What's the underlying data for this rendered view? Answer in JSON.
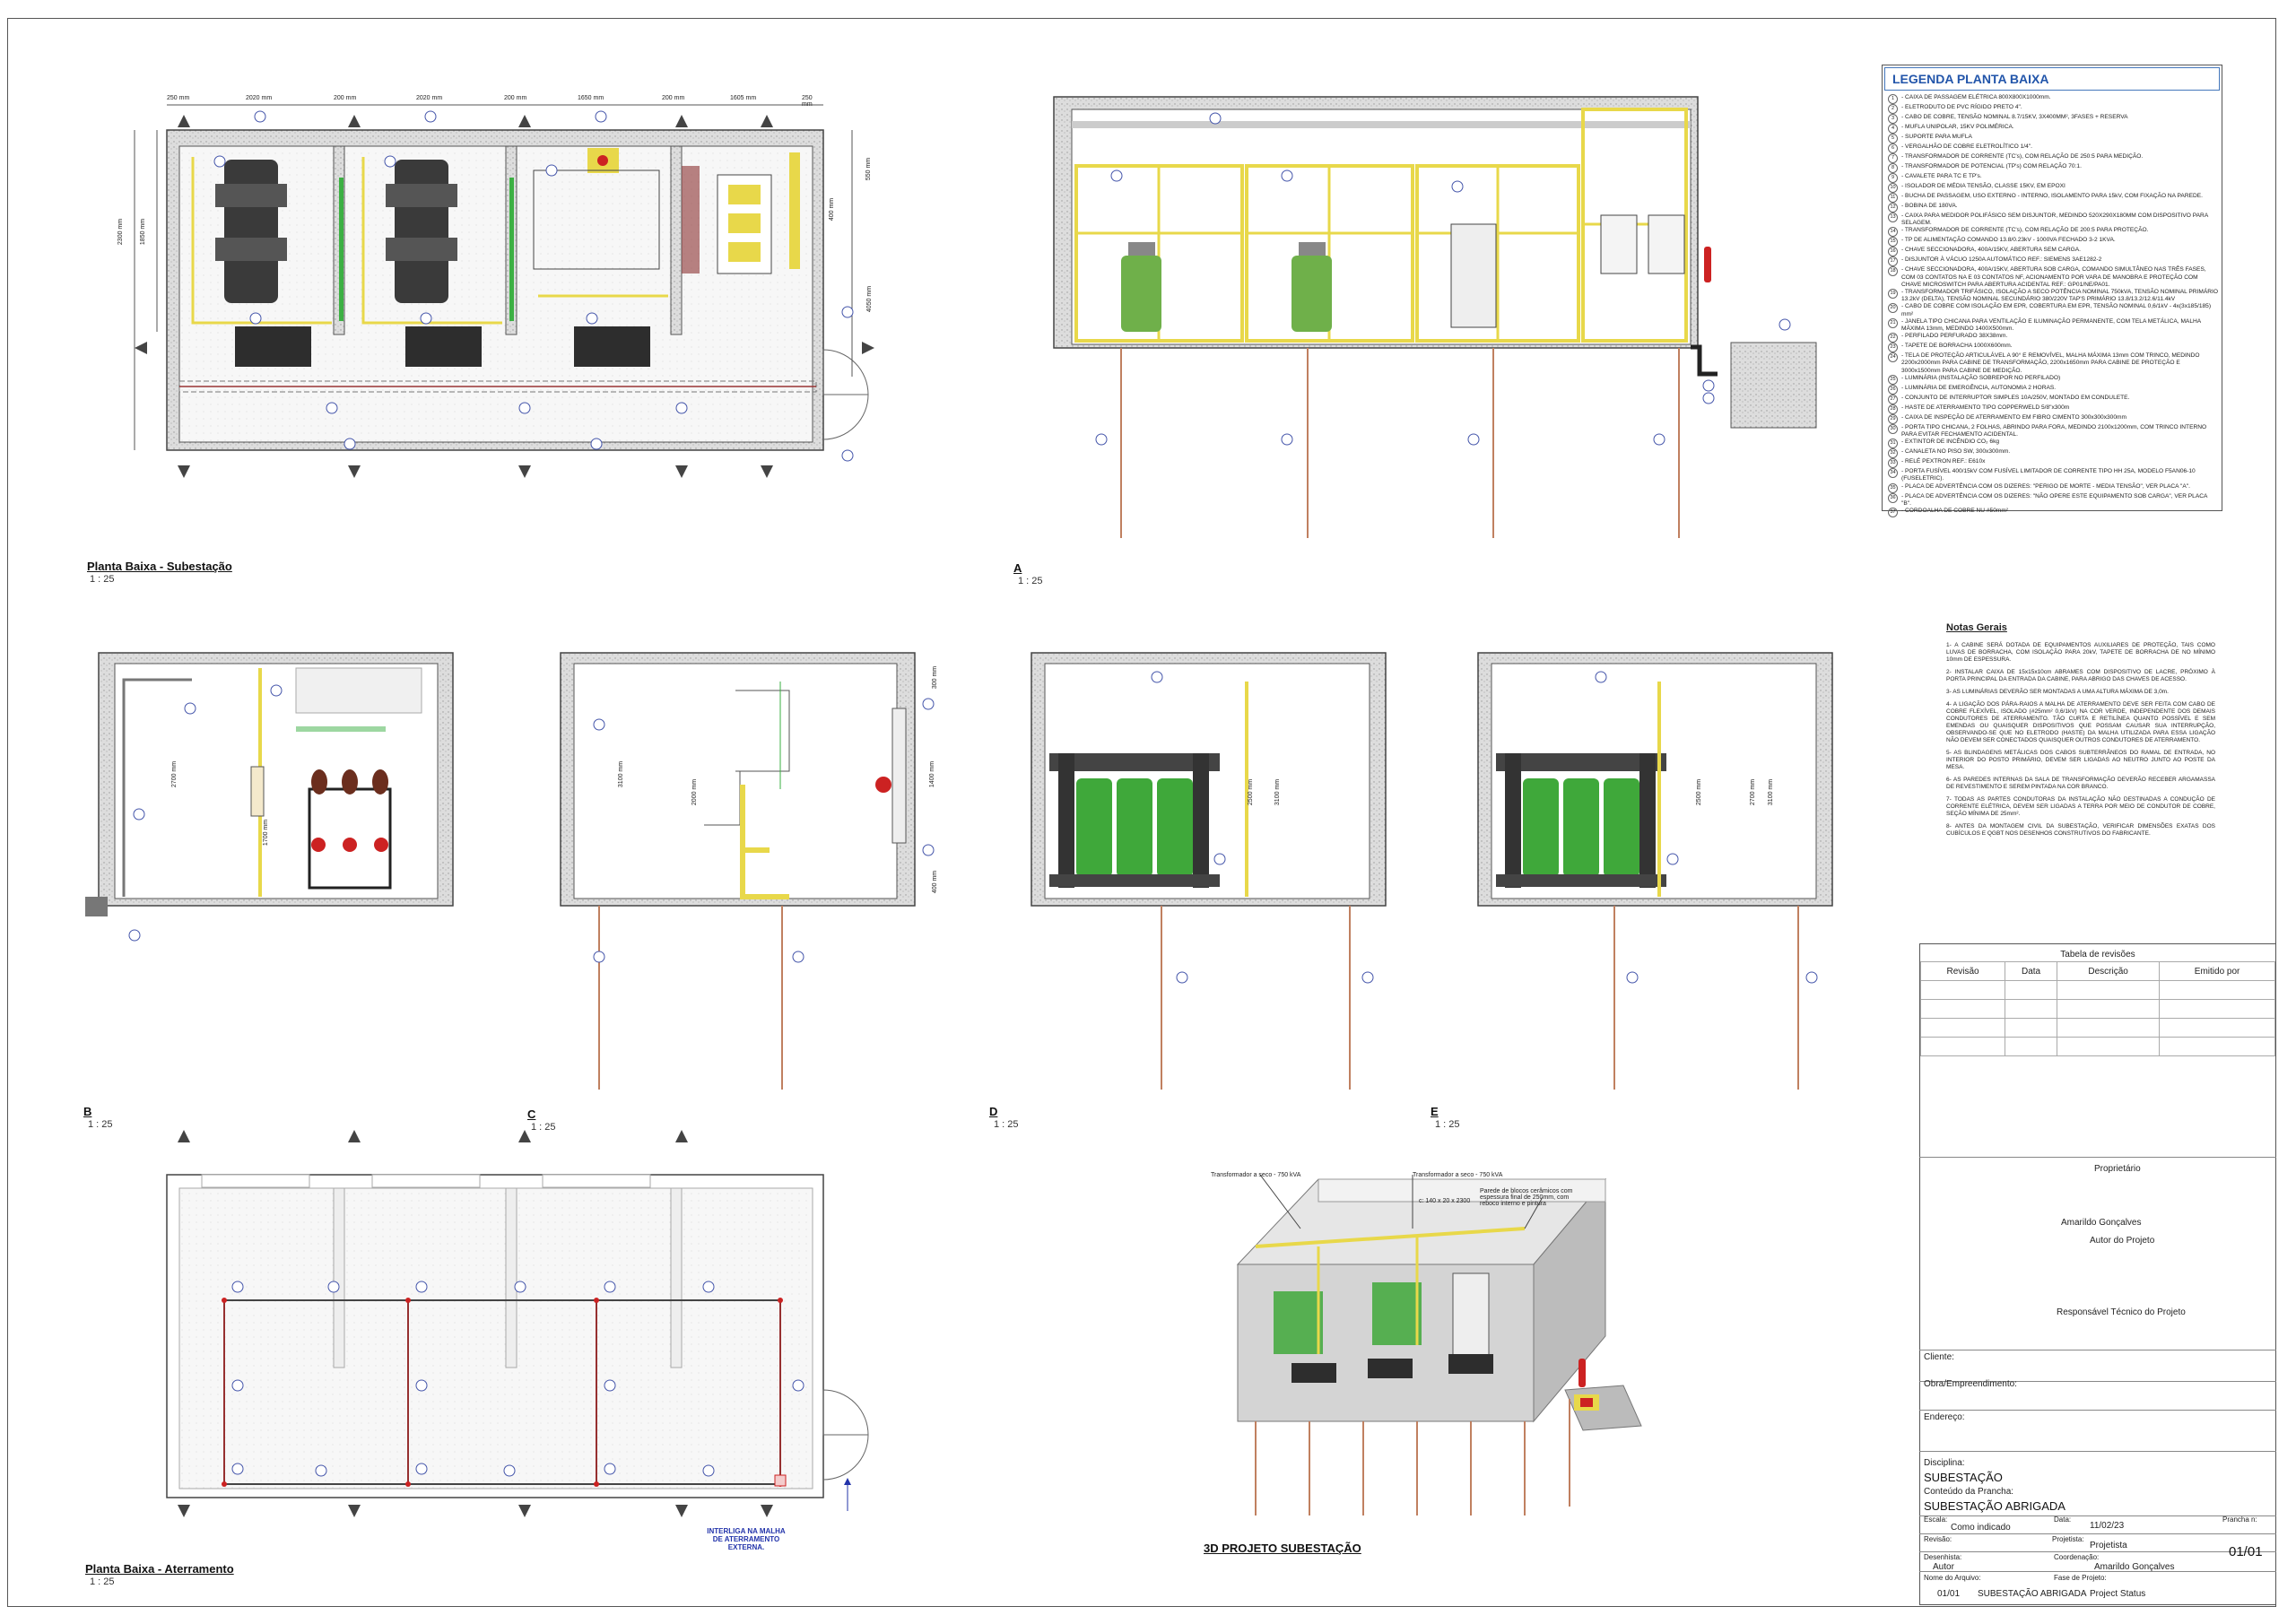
{
  "drawings": {
    "plan": {
      "title": "Planta Baixa - Subestação",
      "scale": "1 : 25"
    },
    "section_a": {
      "title": "A",
      "scale": "1 : 25"
    },
    "section_b": {
      "title": "B",
      "scale": "1 : 25"
    },
    "section_c": {
      "title": "C",
      "scale": "1 : 25"
    },
    "section_d": {
      "title": "D",
      "scale": "1 : 25"
    },
    "section_e": {
      "title": "E",
      "scale": "1 : 25"
    },
    "grounding": {
      "title": "Planta Baixa - Aterramento",
      "scale": "1 : 25"
    },
    "view3d": {
      "title": "3D PROJETO SUBESTAÇÃO"
    }
  },
  "plan_dims": {
    "top": [
      "250 mm",
      "2020 mm",
      "200 mm",
      "2020 mm",
      "200 mm",
      "1650 mm",
      "200 mm",
      "1605 mm",
      "250 mm"
    ],
    "left": [
      "1850 mm",
      "2300 mm"
    ],
    "right": [
      "550 mm",
      "400 mm",
      "4050 mm"
    ]
  },
  "section_dims": {
    "b": [
      "2700 mm",
      "1700 mm"
    ],
    "c": [
      "3100 mm",
      "2000 mm",
      "1400 mm",
      "300 mm",
      "400 mm"
    ],
    "d": [
      "2500 mm",
      "3100 mm"
    ],
    "e": [
      "2500 mm",
      "2700 mm",
      "3100 mm"
    ]
  },
  "grounding_note": "INTERLIGA NA MALHA DE ATERRAMENTO EXTERNA.",
  "labels_3d": {
    "t1": "Transformador a seco - 750 kVA",
    "t2": "Transformador a seco - 750 kVA",
    "wall": "Parede de blocos cerâmicos com espessura final de 250mm, com reboco interno e pintura",
    "dim": "c: 140 x 20 x 2300"
  },
  "legend": {
    "title": "LEGENDA PLANTA BAIXA",
    "items": [
      {
        "n": "1",
        "t": "- CAIXA DE PASSAGEM ELÉTRICA 800X800X1000mm."
      },
      {
        "n": "2",
        "t": "- ELETRODUTO DE PVC RÍGIDO PRETO 4\"."
      },
      {
        "n": "3",
        "t": "- CABO DE COBRE, TENSÃO NOMINAL 8.7/15KV, 3X400MM², 3FASES + RESERVA"
      },
      {
        "n": "4",
        "t": "- MUFLA UNIPOLAR, 15KV POLIMÉRICA."
      },
      {
        "n": "5",
        "t": "- SUPORTE PARA MUFLA"
      },
      {
        "n": "6",
        "t": "- VERGALHÃO DE COBRE ELETROLÍTICO 1/4\"."
      },
      {
        "n": "7",
        "t": "- TRANSFORMADOR DE CORRENTE (TC's), COM RELAÇÃO DE 250:5 PARA MEDIÇÃO."
      },
      {
        "n": "8",
        "t": "- TRANSFORMADOR DE POTENCIAL (TP's) COM RELAÇÃO 70:1."
      },
      {
        "n": "9",
        "t": "- CAVALETE PARA TC E TP's."
      },
      {
        "n": "10",
        "t": "- ISOLADOR DE MÉDIA TENSÃO, CLASSE 15KV, EM EPOXI"
      },
      {
        "n": "11",
        "t": "- BUCHA DE PASSAGEM, USO EXTERNO - INTERNO, ISOLAMENTO PARA 15kV, COM FIXAÇÃO NA PAREDE."
      },
      {
        "n": "12",
        "t": "- BOBINA DE 180VA."
      },
      {
        "n": "13",
        "t": "- CAIXA PARA MEDIDOR POLIFÁSICO SEM DISJUNTOR, MEDINDO 520X290X180MM COM DISPOSITIVO PARA SELAGEM."
      },
      {
        "n": "14",
        "t": "- TRANSFORMADOR DE CORRENTE (TC's), COM RELAÇÃO DE 200:5 PARA PROTEÇÃO."
      },
      {
        "n": "15",
        "t": "- TP DE ALIMENTAÇÃO COMANDO 13.8/0.23kV - 1000VA FECHADO 3-2 1KVA."
      },
      {
        "n": "16",
        "t": "- CHAVE SECCIONADORA, 400A/15KV, ABERTURA SEM CARGA."
      },
      {
        "n": "17",
        "t": "- DISJUNTOR À VÁCUO 1250A AUTOMÁTICO REF.: SIEMENS 3AE1282-2"
      },
      {
        "n": "18",
        "t": "- CHAVE SECCIONADORA, 400A/15KV, ABERTURA SOB CARGA, COMANDO SIMULTÂNEO NAS TRÊS FASES, COM 03 CONTATOS NA E 03 CONTATOS NF, ACIONAMENTO POR VARA DE MANOBRA E PROTEÇÃO COM CHAVE MICROSWITCH PARA ABERTURA ACIDENTAL REF.: GP01/NE/PA01."
      },
      {
        "n": "19",
        "t": "- TRANSFORMADOR TRIFÁSICO, ISOLAÇÃO A SECO POTÊNCIA NOMINAL 750kVA, TENSÃO NOMINAL PRIMÁRIO 13.2kV (DELTA), TENSÃO NOMINAL SECUNDÁRIO 380/220V TAP'S PRIMÁRIO 13.8/13.2/12.6/11.4kV"
      },
      {
        "n": "20",
        "t": "- CABO DE COBRE COM ISOLAÇÃO EM EPR, COBERTURA EM EPR, TENSÃO NOMINAL 0,6/1kV - 4x(3x185/185) mm²"
      },
      {
        "n": "21",
        "t": "- JANELA TIPO CHICANA PARA VENTILAÇÃO E ILUMINAÇÃO PERMANENTE, COM TELA METÁLICA, MALHA MÁXIMA 13mm, MEDINDO 1400X500mm."
      },
      {
        "n": "22",
        "t": "- PERFILADO PERFURADO 38X38mm."
      },
      {
        "n": "23",
        "t": "- TAPETE DE BORRACHA 1000X600mm."
      },
      {
        "n": "24",
        "t": "- TELA DE PROTEÇÃO ARTICULÁVEL A 90° E REMOVÍVEL, MALHA MÁXIMA 13mm COM TRINCO, MEDINDO 2200x2000mm PARA CABINE DE TRANSFORMAÇÃO, 2200x1650mm PARA CABINE DE PROTEÇÃO E 3000x1500mm PARA CABINE DE MEDIÇÃO."
      },
      {
        "n": "25",
        "t": "- LUMINÁRIA (INSTALAÇÃO SOBREPOR NO PERFILADO)"
      },
      {
        "n": "26",
        "t": "- LUMINÁRIA DE EMERGÊNCIA, AUTONOMIA 2 HORAS."
      },
      {
        "n": "27",
        "t": "- CONJUNTO DE INTERRUPTOR SIMPLES 10A/250V, MONTADO EM CONDULETE."
      },
      {
        "n": "28",
        "t": "- HASTE DE ATERRAMENTO TIPO COPPERWELD 5/8\"x300m"
      },
      {
        "n": "29",
        "t": "- CAIXA DE INSPEÇÃO DE ATERRAMENTO EM FIBRO CIMENTO 300x300x300mm"
      },
      {
        "n": "30",
        "t": "- PORTA TIPO CHICANA, 2 FOLHAS, ABRINDO PARA FORA, MEDINDO 2100x1200mm, COM TRINCO INTERNO PARA EVITAR FECHAMENTO ACIDENTAL."
      },
      {
        "n": "31",
        "t": "- EXTINTOR DE INCÊNDIO CO₂ 6kg"
      },
      {
        "n": "32",
        "t": "- CANALETA NO PISO SW, 300x300mm."
      },
      {
        "n": "33",
        "t": "- RELÉ PEXTRON REF.: E610x"
      },
      {
        "n": "34",
        "t": "- PORTA FUSÍVEL 400/15kV COM FUSÍVEL LIMITADOR DE CORRENTE TIPO HH 25A, MODELO F5AN06-10 (FUSELETRIC)."
      },
      {
        "n": "35",
        "t": "- PLACA DE ADVERTÊNCIA COM OS DIZERES: \"PERIGO DE MORTE - MEDIA TENSÃO\", VER PLACA \"A\"."
      },
      {
        "n": "36",
        "t": "- PLACA DE ADVERTÊNCIA COM OS DIZERES: \"NÃO OPERE ESTE EQUIPAMENTO SOB CARGA\", VER PLACA \"B\"."
      },
      {
        "n": "37",
        "t": "- CORDOALHA DE COBRE NU #50mm²"
      }
    ]
  },
  "notes": {
    "title": "Notas Gerais",
    "items": [
      "1- A CABINE SERÁ DOTADA DE EQUIPAMENTOS AUXILIARES DE PROTEÇÃO, TAIS COMO LUVAS DE BORRACHA, COM ISOLAÇÃO PARA 20kV, TAPETE DE BORRACHA DE NO MÍNIMO 10mm DE ESPESSURA.",
      "2- INSTALAR CAIXA DE 15x15x10cm ABRAMES COM DISPOSITIVO DE LACRE, PRÓXIMO À PORTA PRINCIPAL DA ENTRADA DA CABINE, PARA ABRIGO DAS CHAVES DE ACESSO.",
      "3- AS LUMINÁRIAS DEVERÃO SER MONTADAS A UMA ALTURA MÁXIMA DE 3,0m.",
      "4- A LIGAÇÃO DOS PÁRA-RAIOS A MALHA DE ATERRAMENTO DEVE SER FEITA COM CABO DE COBRE FLEXÍVEL, ISOLADO (#25mm² 0,6/1kV) NA COR VERDE, INDEPENDENTE DOS DEMAIS CONDUTORES DE ATERRAMENTO. TÃO CURTA E RETILÍNEA QUANTO POSSÍVEL E SEM EMENDAS OU QUAISQUER DISPOSITIVOS QUE POSSAM CAUSAR SUA INTERRUPÇÃO, OBSERVANDO-SE QUE NO ELETRODO (HASTE) DA MALHA UTILIZADA PARA ESSA LIGAÇÃO NÃO DEVEM SER CONECTADOS QUAISQUER OUTROS CONDUTORES DE ATERRAMENTO.",
      "5- AS BLINDAGENS METÁLICAS DOS CABOS SUBTERRÂNEOS DO RAMAL DE ENTRADA, NO INTERIOR DO POSTO PRIMÁRIO, DEVEM SER LIGADAS AO NEUTRO JUNTO AO POSTE DA MESA.",
      "6- AS PAREDES INTERNAS DA SALA DE TRANSFORMAÇÃO DEVERÃO RECEBER ARGAMASSA DE REVESTIMENTO E SEREM PINTADA NA COR BRANCO.",
      "7- TODAS AS PARTES CONDUTORAS DA INSTALAÇÃO NÃO DESTINADAS A CONDUÇÃO DE CORRENTE ELÉTRICA, DEVEM SER LIGADAS A TERRA POR MEIO DE CONDUTOR DE COBRE, SEÇÃO MÍNIMA DE 25mm².",
      "8- ANTES DA MONTAGEM CIVIL DA SUBESTAÇÃO, VERIFICAR DIMENSÕES EXATAS DOS CUBÍCULOS E QGBT NOS DESENHOS CONSTRUTIVOS DO FABRICANTE."
    ]
  },
  "title_block": {
    "revisions_title": "Tabela de revisões",
    "rev_headers": [
      "Revisão",
      "Data",
      "Descrição",
      "Emitido por"
    ],
    "owner_label": "Proprietário",
    "author_name": "Amarildo Gonçalves",
    "author_label": "Autor do Projeto",
    "tech_label": "Responsável Técnico do Projeto",
    "client_label": "Cliente:",
    "work_label": "Obra/Empreendimento:",
    "address_label": "Endereço:",
    "discipline_label": "Disciplina:",
    "discipline": "SUBESTAÇÃO",
    "content_label": "Conteúdo da Prancha:",
    "content": "SUBESTAÇÃO ABRIGADA",
    "scale_label": "Escala:",
    "scale": "Como indicado",
    "date_label": "Data:",
    "date": "11/02/23",
    "sheet_label": "Prancha n:",
    "sheet": "01/01",
    "review_label": "Revisão:",
    "designer_label": "Projetista:",
    "designer": "Projetista",
    "drawn_label": "Desenhista:",
    "drawn": "Autor",
    "coord_label": "Coordenação:",
    "coord": "Amarildo Gonçalves",
    "file_label": "Nome do Arquivo:",
    "file_no": "01/01",
    "file_name": "SUBESTAÇÃO ABRIGADA",
    "phase_label": "Fase de Projeto:",
    "phase": "Project Status"
  },
  "colors": {
    "yellow": "#e8d84a",
    "green": "#3cb043",
    "grid_red": "#cc2222",
    "line": "#444444",
    "blue_label": "#2a3aa0"
  }
}
